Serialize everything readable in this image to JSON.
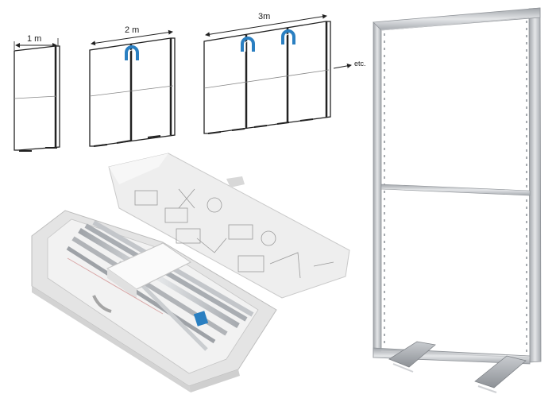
{
  "dimensions": {
    "one": "1 m",
    "two": "2 m",
    "three": "3m",
    "more": "etc."
  },
  "colors": {
    "connector": "#2a7fc1",
    "aluminium": "#b9bcc0",
    "box": "#e6e6e6"
  },
  "icons": {
    "connector": "magnetic-clip-icon",
    "continue": "arrow-right-icon"
  }
}
